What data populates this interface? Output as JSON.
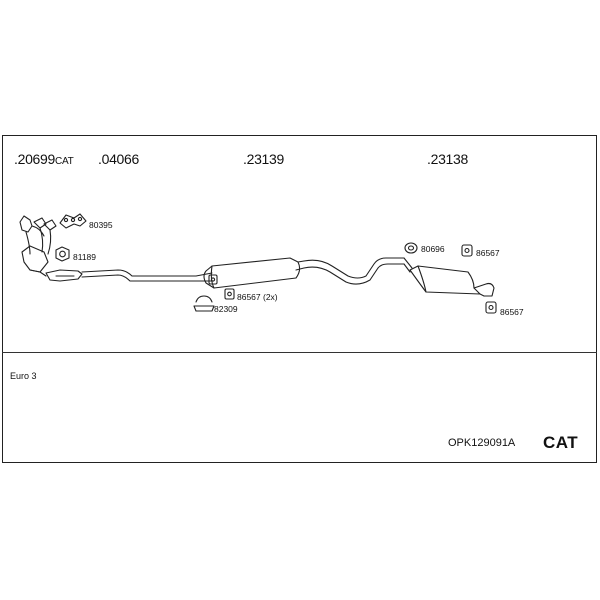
{
  "parts": {
    "manifold": {
      "number": ".20699",
      "suffix": "CAT"
    },
    "front_pipe": {
      "number": ".04066"
    },
    "middle_silencer": {
      "number": ".23139"
    },
    "rear_silencer": {
      "number": ".23138"
    }
  },
  "accessories": {
    "gasket_80395": "80395",
    "gasket_81189": "81189",
    "mount_86567_2x": "86567 (2x)",
    "clamp_82309": "82309",
    "gasket_80696": "80696",
    "mount_86567_a": "86567",
    "mount_86567_b": "86567"
  },
  "footer": {
    "emission_class": "Euro 3",
    "kit_code": "OPK129091A",
    "badge": "CAT"
  }
}
